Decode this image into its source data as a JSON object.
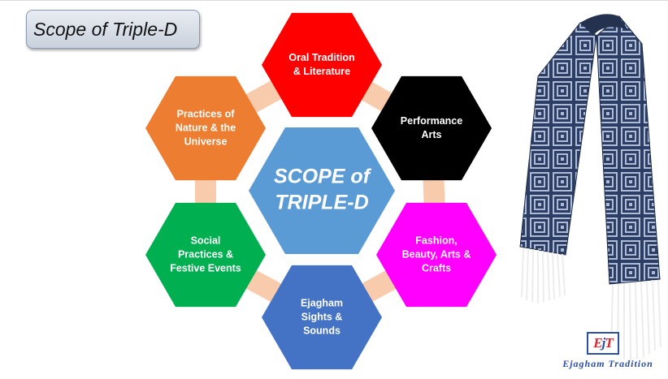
{
  "title": "Scope of Triple-D",
  "center": {
    "lines": [
      "SCOPE of",
      "TRIPLE-D"
    ],
    "color": "#5b9bd5"
  },
  "nodes": [
    {
      "name": "hex-oral-tradition",
      "color": "#ff0000",
      "lines": [
        "Oral Tradition",
        "& Literature"
      ]
    },
    {
      "name": "hex-performance-arts",
      "color": "#000000",
      "lines": [
        "Performance",
        "Arts"
      ]
    },
    {
      "name": "hex-fashion",
      "color": "#ff00ff",
      "lines": [
        "Fashion,",
        "Beauty, Arts &",
        "Crafts"
      ]
    },
    {
      "name": "hex-ejagham-sights",
      "color": "#4472c4",
      "lines": [
        "Ejagham",
        "Sights &",
        "Sounds"
      ]
    },
    {
      "name": "hex-social-practices",
      "color": "#00b050",
      "lines": [
        "Social",
        "Practices &",
        "Festive Events"
      ]
    },
    {
      "name": "hex-nature-practices",
      "color": "#ed7d31",
      "lines": [
        "Practices of",
        "Nature & the",
        "Universe"
      ]
    }
  ],
  "connector_color": "#f8cbad",
  "logo": {
    "mark_e": "E",
    "mark_j": "j",
    "mark_t": "T",
    "text": "Ejagham Tradition"
  },
  "scarf_icon": "ejagham-scarf-image"
}
